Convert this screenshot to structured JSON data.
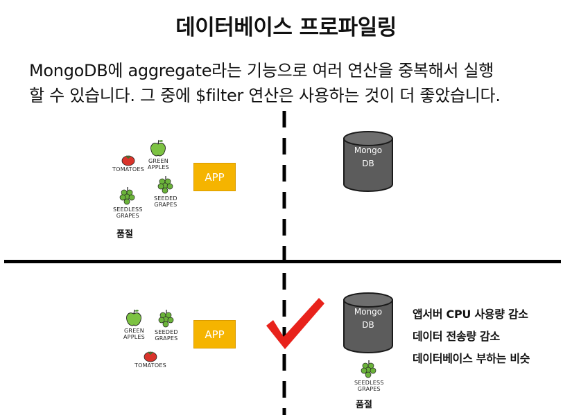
{
  "title": "데이터베이스 프로파일링",
  "paragraph": [
    "MongoDB에 aggregate라는 기능으로 여러 연산을 중복해서 실행",
    "할 수 있습니다. 그 중에 $filter 연산은 사용하는 것이 더 좋았습니다."
  ],
  "top_panel": {
    "items": [
      {
        "icon": "tomato-icon",
        "label": [
          "TOMATOES"
        ]
      },
      {
        "icon": "green-apple-icon",
        "label": [
          "GREEN",
          "APPLES"
        ]
      },
      {
        "icon": "seeded-grapes-icon",
        "label": [
          "SEEDED",
          "GRAPES"
        ]
      },
      {
        "icon": "seedless-grapes-icon",
        "label": [
          "SEEDLESS",
          "GRAPES"
        ]
      }
    ],
    "soldout": "품절",
    "app": "APP",
    "db": [
      "Mongo",
      "DB"
    ]
  },
  "bottom_panel": {
    "items": [
      {
        "icon": "green-apple-icon",
        "label": [
          "GREEN",
          "APPLES"
        ]
      },
      {
        "icon": "seeded-grapes-icon",
        "label": [
          "SEEDED",
          "GRAPES"
        ]
      },
      {
        "icon": "tomato-icon",
        "label": [
          "TOMATOES"
        ]
      }
    ],
    "app": "APP",
    "db": [
      "Mongo",
      "DB"
    ],
    "db_item": {
      "icon": "seedless-grapes-icon",
      "label": [
        "SEEDLESS",
        "GRAPES"
      ]
    },
    "soldout": "품절",
    "checkmark": "checkmark-icon",
    "benefits": [
      "앱서버 CPU 사용량 감소",
      "데이터 전송량 감소",
      "데이터베이스 부하는 비슷"
    ]
  },
  "colors": {
    "app_box": "#f5b400",
    "database": "#5c5c5c",
    "checkmark": "#e8221b",
    "tomato": "#d9342b",
    "apple": "#7cc242",
    "grapes": "#6bb33a"
  }
}
